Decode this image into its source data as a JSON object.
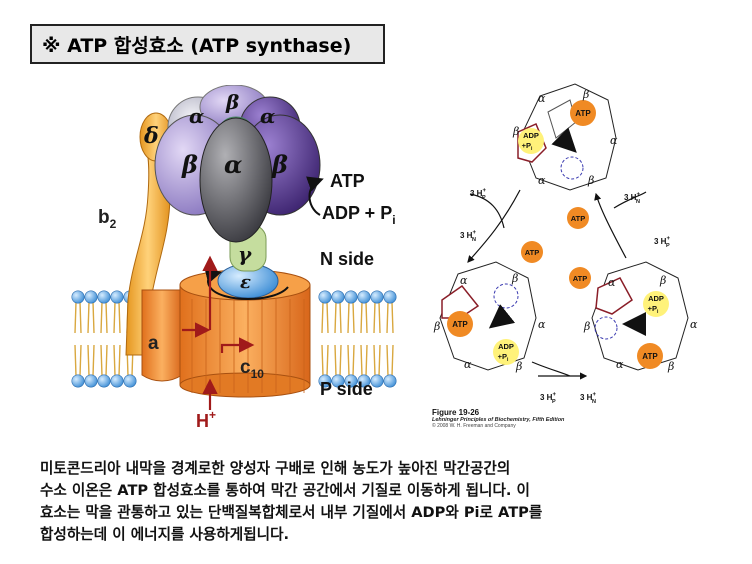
{
  "title": "※ ATP 합성효소 (ATP synthase)",
  "left_figure": {
    "delta": "δ",
    "alpha": "α",
    "beta": "β",
    "gamma": "γ",
    "epsilon": "ε",
    "b2": "b",
    "b2_sub": "2",
    "a": "a",
    "c10": "c",
    "c10_sub": "10",
    "atp": "ATP",
    "adp_pi": "ADP + P",
    "adp_pi_sub": "i",
    "n_side": "N side",
    "p_side": "P side",
    "h_plus": "H",
    "h_plus_sup": "+"
  },
  "right_figure": {
    "alpha": "α",
    "beta": "β",
    "atp": "ATP",
    "adp": "ADP",
    "pi": "+P",
    "pi_sub": "i",
    "three_h": "3 H",
    "sub_p": "P",
    "sub_n": "N",
    "sup_plus": "+"
  },
  "figure_caption": {
    "line1": "Figure 19-26",
    "line2": "Lehninger Principles of Biochemistry, Fifth Edition",
    "line3": "© 2008 W. H. Freeman and Company"
  },
  "caption_lines": [
    "미토콘드리아 내막을 경계로한 양성자 구배로 인해 농도가 높아진 막간공간의",
    "수소 이온은 ATP 합성효소를 통하여 막간 공간에서 기질로 이동하게 됩니다. 이",
    "효소는 막을 관통하고 있는 단백질복합체로서 내부 기질에서 ADP와 Pi로 ATP를",
    "합성하는데 이 에너지를 사용하게됩니다."
  ],
  "colors": {
    "membrane_head": "#6aaee6",
    "membrane_tail": "#e8c36a",
    "c_ring": "#f59a38",
    "b_stalk": "#f2b24a",
    "alpha_subunit": "#b9b9cc",
    "beta_subunit": "#7a5fb0",
    "gamma_stalk": "#c7e0a2",
    "arrow_red": "#a01a1a",
    "atp_orange": "#f08a24",
    "adp_yellow": "#fff27a",
    "green_arrow": "#5cae3c"
  }
}
